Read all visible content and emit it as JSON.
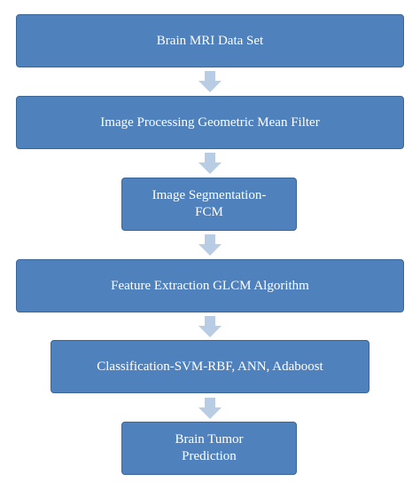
{
  "flowchart": {
    "steps": [
      {
        "label": "Brain MRI Data Set"
      },
      {
        "label": "Image Processing Geometric Mean Filter"
      },
      {
        "label": "Image Segmentation-\nFCM"
      },
      {
        "label": "Feature Extraction GLCM Algorithm"
      },
      {
        "label": "Classification-SVM-RBF, ANN, Adaboost"
      },
      {
        "label": "Brain Tumor\nPrediction"
      }
    ],
    "colors": {
      "box_fill": "#4f81bd",
      "box_border": "#3a6699",
      "arrow_fill": "#b8cce4",
      "text": "#ffffff"
    }
  }
}
